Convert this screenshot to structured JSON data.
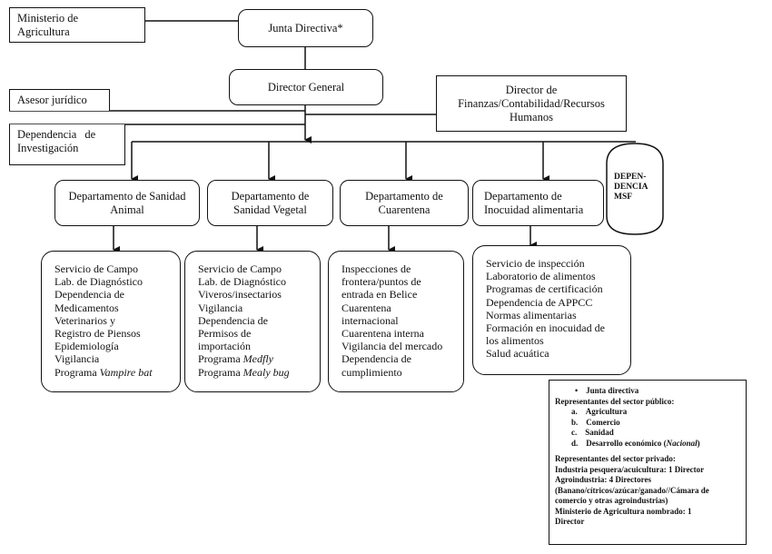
{
  "ministry": "Ministerio de\nAgricultura",
  "board": "Junta Directiva*",
  "director_general": "Director General",
  "legal": "Asesor jurídico",
  "research": "Dependencia de\nInvestigación",
  "finance": "Director de\nFinanzas/Contabilidad/Recursos\nHumanos",
  "msf": "DEPEN-\nDENCIA\nMSF",
  "departments": [
    {
      "name": "Departamento de Sanidad\nAnimal",
      "items": [
        "Servicio de Campo",
        "Lab. de Diagnóstico",
        "Dependencia de",
        "Medicamentos",
        "Veterinarios y",
        "Registro de Piensos",
        "Epidemiología",
        "Vigilancia"
      ],
      "last_prefix": "Programa ",
      "last_italic": "Vampire bat"
    },
    {
      "name": "Departamento de\nSanidad Vegetal",
      "items": [
        "Servicio de Campo",
        "Lab. de Diagnóstico",
        "Viveros/insectarios",
        "Vigilancia",
        "Dependencia de",
        "Permisos de",
        "importación"
      ],
      "extra_prefix": "Programa ",
      "extra_italic": "Medfly",
      "last_prefix": "Programa ",
      "last_italic": "Mealy bug"
    },
    {
      "name": "Departamento de\nCuarentena",
      "items": [
        "Inspecciones de",
        "frontera/puntos de",
        "entrada en Belice",
        "Cuarentena",
        "internacional",
        "Cuarentena interna",
        "Vigilancia del mercado",
        "Dependencia de",
        "cumplimiento"
      ]
    },
    {
      "name": "Departamento de\nInocuidad alimentaria",
      "items": [
        "Servicio de inspección",
        "Laboratorio de alimentos",
        "Programas de certificación",
        "Dependencia de APPCC",
        "Normas alimentarias",
        "Formación en inocuidad de",
        "los alimentos",
        "Salud acuática"
      ]
    }
  ],
  "legend": {
    "bullet": "•",
    "board": "Junta directiva",
    "public_title": "Representantes del sector público:",
    "public_items": [
      {
        "mark": "a.",
        "text": "Agricultura"
      },
      {
        "mark": "b.",
        "text": "Comercio"
      },
      {
        "mark": "c.",
        "text": "Sanidad"
      },
      {
        "mark": "d.",
        "text": "Desarrollo económico (",
        "italic": "Nacional",
        "tail": ")"
      }
    ],
    "private_title": "Representantes del sector privado:",
    "private_lines": [
      "Industria pesquera/acuicultura: 1 Director",
      "Agroindustria: 4 Directores",
      "(Banano/cítricos/azúcar/ganado//Cámara de",
      "comercio y otras agroindustrias)",
      "Ministerio de Agricultura nombrado: 1",
      "Director"
    ]
  }
}
